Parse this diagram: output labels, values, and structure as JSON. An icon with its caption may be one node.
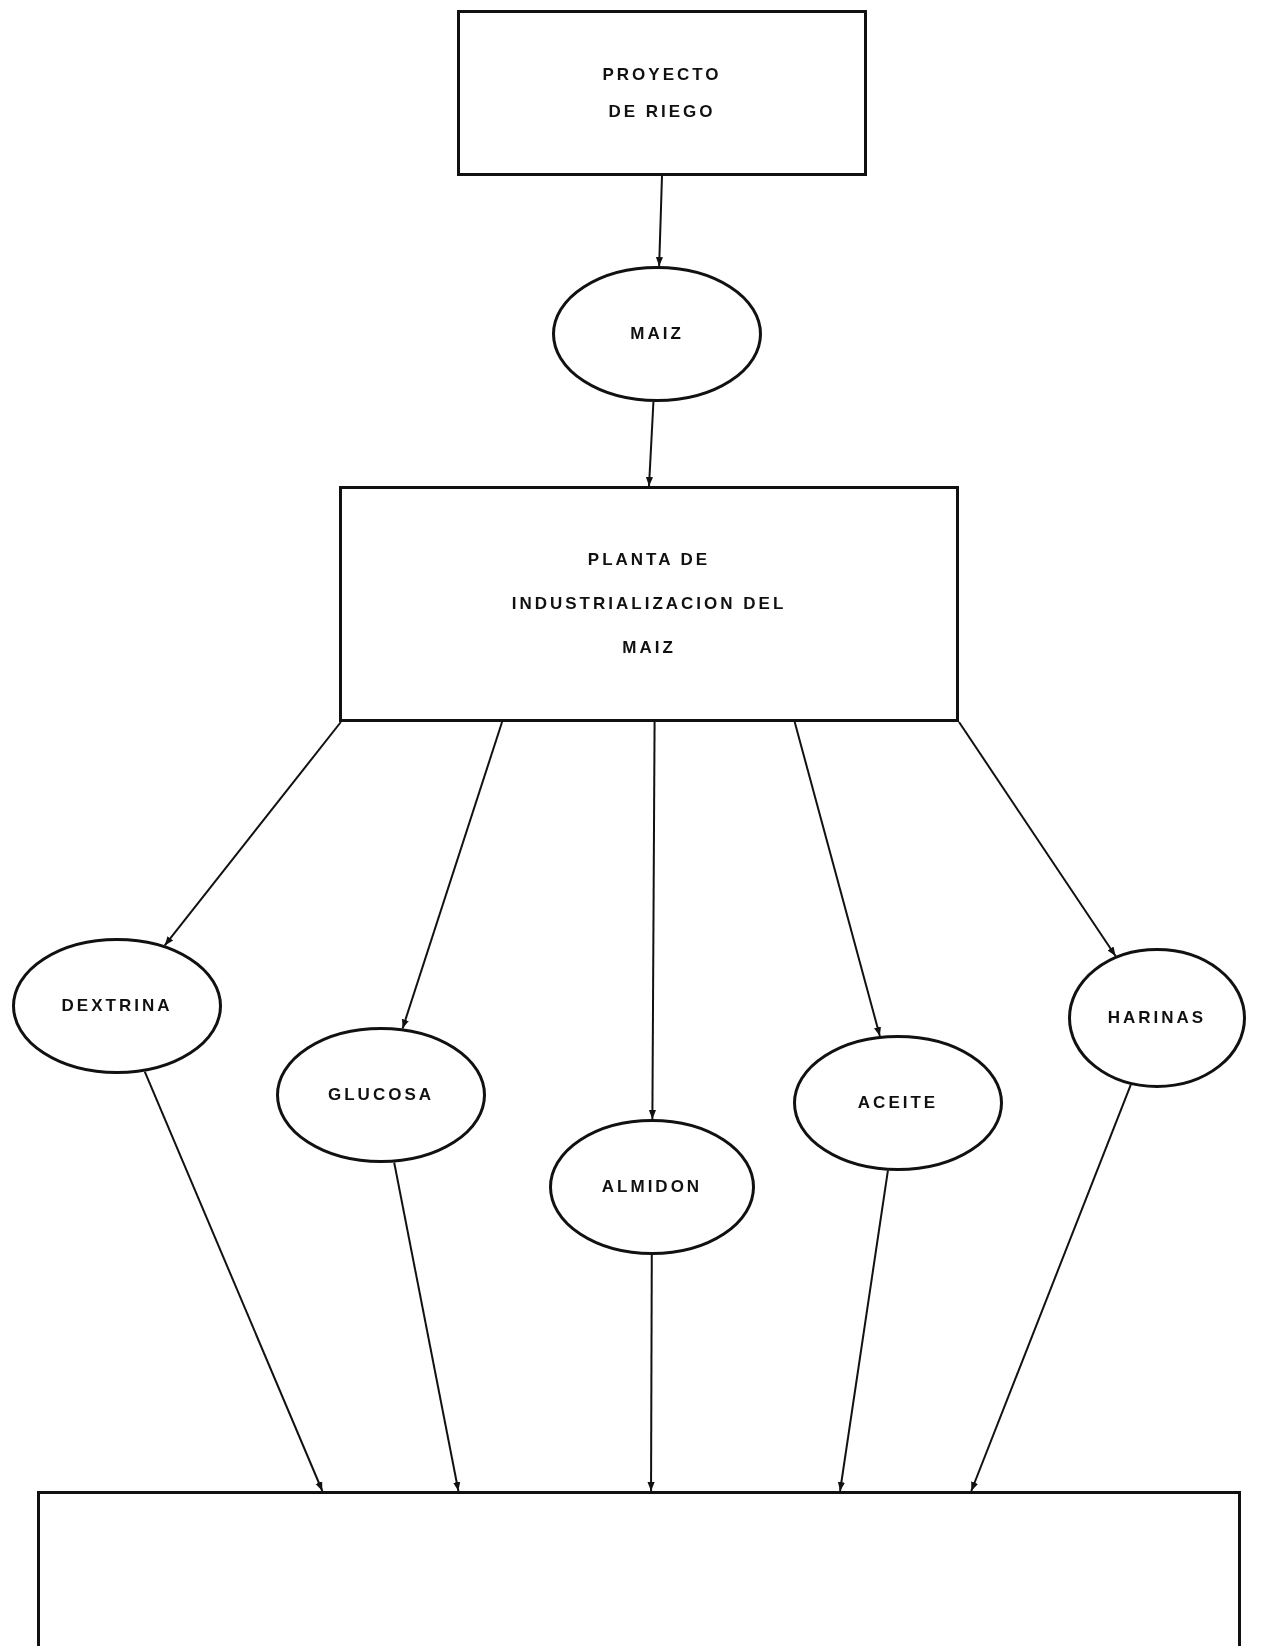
{
  "diagram": {
    "nodes": [
      {
        "text": [
          "PROYECTO DE RIEGO"
        ]
      },
      {
        "text": [
          "MAIZ"
        ]
      },
      {
        "text": [
          "PLANTA DE INDUSTRIALIZACION DEL MAIZ"
        ]
      },
      {
        "text": [
          "DEXTRINA"
        ]
      },
      {
        "text": [
          "GLUCOSA"
        ]
      },
      {
        "text": [
          "ALMIDON"
        ]
      },
      {
        "text": [
          "ACEITE"
        ]
      },
      {
        "text": [
          "HARINAS"
        ]
      },
      {
        "text": [],
        "shape": "box"
      }
    ],
    "edges": [
      {
        "from": 0,
        "to": 1,
        "arrow": "to"
      },
      {
        "from": 1,
        "to": 2,
        "arrow": "to"
      },
      {
        "from": 2,
        "to": 3,
        "arrow": "to"
      },
      {
        "from": 2,
        "to": 4,
        "arrow": "to"
      },
      {
        "from": 2,
        "to": 5,
        "arrow": "to"
      },
      {
        "from": 2,
        "to": 6,
        "arrow": "to"
      },
      {
        "from": 2,
        "to": 7,
        "arrow": "to"
      },
      {
        "from": 3,
        "to": 8,
        "arrow": "to"
      },
      {
        "from": 4,
        "to": 8,
        "arrow": "to"
      },
      {
        "from": 5,
        "to": 8,
        "arrow": "to"
      },
      {
        "from": 6,
        "to": 8,
        "arrow": "to"
      },
      {
        "from": 7,
        "to": 8,
        "arrow": "to"
      }
    ]
  }
}
